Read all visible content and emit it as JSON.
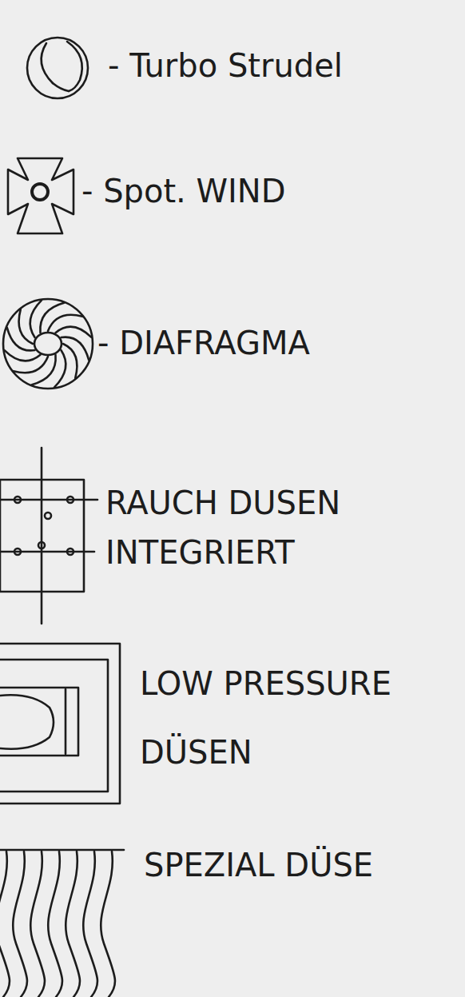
{
  "diagram": {
    "labels": [
      "- Turbo Strudel",
      "- Spot. WIND",
      "- DIAFRAGMA",
      "RAUCH DUSEN INTEGRIERT",
      "LOW PRESSURE DÜSEN",
      "SPEZIAL DÜSE"
    ]
  }
}
